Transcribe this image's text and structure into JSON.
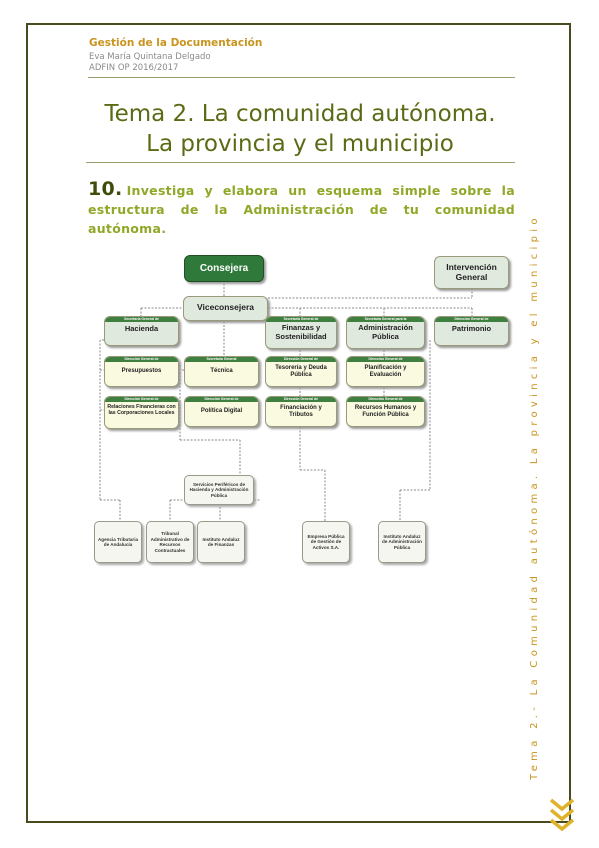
{
  "header": {
    "title": "Gestión de la Documentación",
    "author": "Eva María Quintana Delgado",
    "course": "ADFIN OP 2016/2017"
  },
  "tema": {
    "line1": "Tema 2. La comunidad autónoma.",
    "line2": "La provincia y el municipio"
  },
  "question": {
    "number": "10.",
    "text": "Investiga y elabora un esquema simple sobre la estructura de la Administración de tu comunidad autónoma."
  },
  "side_text": "Tema 2.- La Comunidad autónoma. La provincia y el municipio",
  "org": {
    "consejera": "Consejera",
    "intervencion": "Intervención General",
    "viceconsejera": "Viceconsejera",
    "hacienda": {
      "tab": "Secretaría General de",
      "label": "Hacienda"
    },
    "finanzas": {
      "tab": "Secretaría General de",
      "label": "Finanzas y Sostenibilidad"
    },
    "admin_publica": {
      "tab": "Secretaría General para la",
      "label": "Administración Pública"
    },
    "patrimonio": {
      "tab": "Dirección General de",
      "label": "Patrimonio"
    },
    "presupuestos": {
      "tab": "Dirección General de",
      "label": "Presupuestos"
    },
    "tecnica": {
      "tab": "Secretaría General",
      "label": "Técnica"
    },
    "tesoreria": {
      "tab": "Dirección General de",
      "label": "Tesorería y Deuda Pública"
    },
    "planificacion": {
      "tab": "Dirección General de",
      "label": "Planificación y Evaluación"
    },
    "relaciones": {
      "tab": "Dirección General de",
      "label": "Relaciones Financieras con las Corporaciones Locales"
    },
    "politica": {
      "tab": "Dirección General de",
      "label": "Política Digital"
    },
    "financiacion": {
      "tab": "Dirección General de",
      "label": "Financiación y Tributos"
    },
    "rrhh": {
      "tab": "Dirección General de",
      "label": "Recursos Humanos y Función Pública"
    },
    "servicios": "Servicios Periféricos de Hacienda y Administración Pública",
    "agencia": "Agencia Tributaria de Andalucía",
    "tribunal": "Tribunal Administrativo de Recursos Contractuales",
    "instituto_fin": "Instituto Andaluz de Finanzas",
    "empresa": "Empresa Pública de Gestión de Activos S.A.",
    "instituto_adm": "Instituto Andaluz de Administración Pública"
  },
  "colors": {
    "accent": "#c8941e",
    "title": "#5a6b15",
    "question": "#8fa828",
    "frame": "#4a4a1f",
    "org_green": "#3f7f3f"
  }
}
